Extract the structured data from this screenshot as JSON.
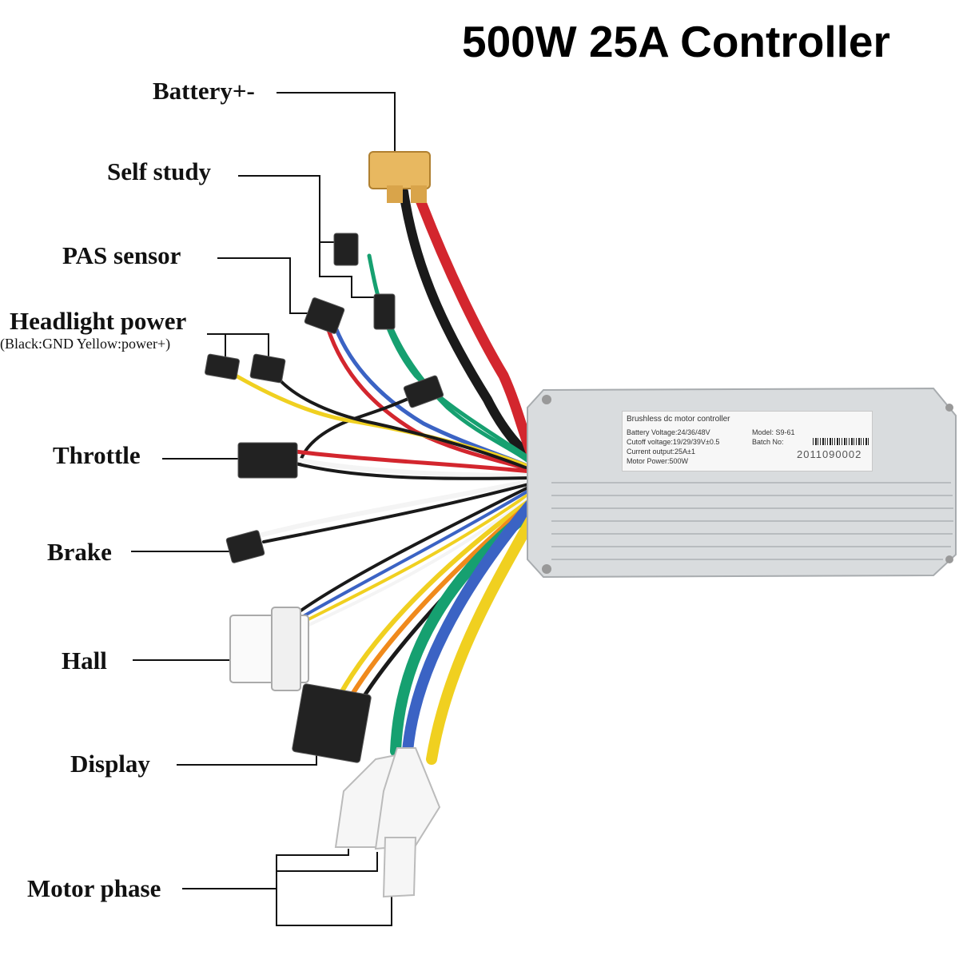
{
  "title": "500W 25A Controller",
  "labels": {
    "battery": "Battery+-",
    "self_study": "Self study",
    "pas_sensor": "PAS sensor",
    "headlight": "Headlight power",
    "headlight_note": "(Black:GND Yellow:power+)",
    "throttle": "Throttle",
    "brake": "Brake",
    "hall": "Hall",
    "display": "Display",
    "motor_phase": "Motor phase"
  },
  "nameplate": {
    "header": "Brushless dc motor controller",
    "battery_voltage": "Battery Voltage:24/36/48V",
    "cutoff_voltage": "Cutoff voltage:19/29/39V±0.5",
    "current_output": "Current output:25A±1",
    "motor_power": "Motor Power:500W",
    "model": "Model:  S9-61",
    "batch": "Batch No:",
    "serial": "2011090002"
  },
  "colors": {
    "housing": "#d9dcde",
    "connector_yellow": "#e8b860",
    "wire_red": "#d3262e",
    "wire_black": "#1a1a1a",
    "wire_green": "#16a070",
    "wire_blue": "#3b63c4",
    "wire_yellow": "#f0d020",
    "wire_white": "#f4f4f4",
    "wire_orange": "#f08a1c"
  }
}
